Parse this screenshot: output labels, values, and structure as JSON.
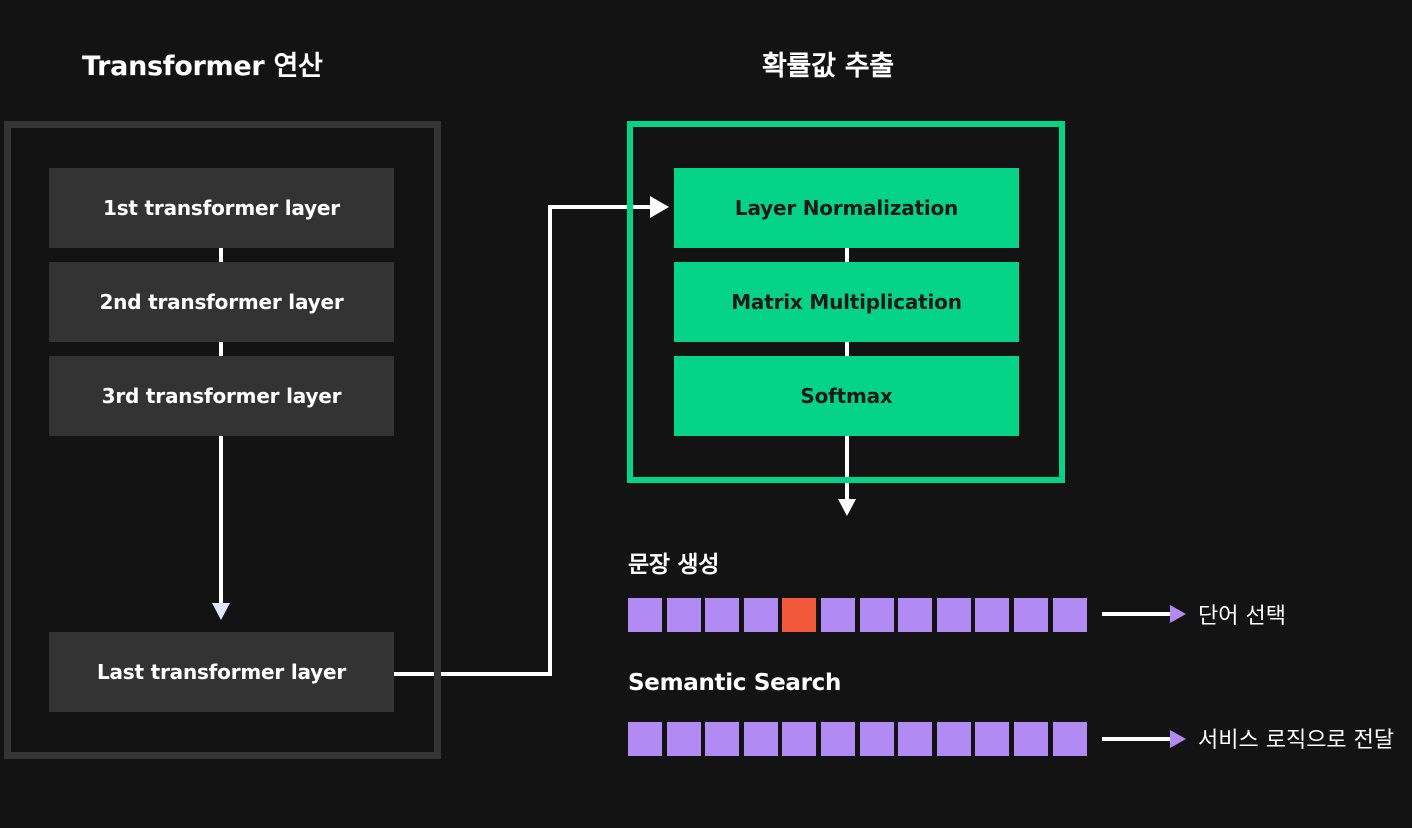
{
  "titles": {
    "left": "Transformer 연산",
    "right": "확률값 추출"
  },
  "transformer_layers": [
    "1st transformer layer",
    "2nd transformer layer",
    "3rd  transformer layer",
    "Last transformer layer"
  ],
  "probability_steps": [
    "Layer Normalization",
    "Matrix Multiplication",
    "Softmax"
  ],
  "sentence_generation": {
    "label": "문장 생성",
    "token_count": 12,
    "selected_index": 4,
    "output": "단어 선택"
  },
  "semantic_search": {
    "label": "Semantic Search",
    "token_count": 12,
    "output": "서비스 로직으로 전달"
  },
  "colors": {
    "background": "#131313",
    "layer_box": "#333333",
    "frame_gray": "#343434",
    "accent_green": "#05d388",
    "token_purple": "#b18af4",
    "token_selected": "#f25a3b",
    "arrow_left": "#dfe6ff",
    "arrow_right_output": "#b18af4"
  }
}
